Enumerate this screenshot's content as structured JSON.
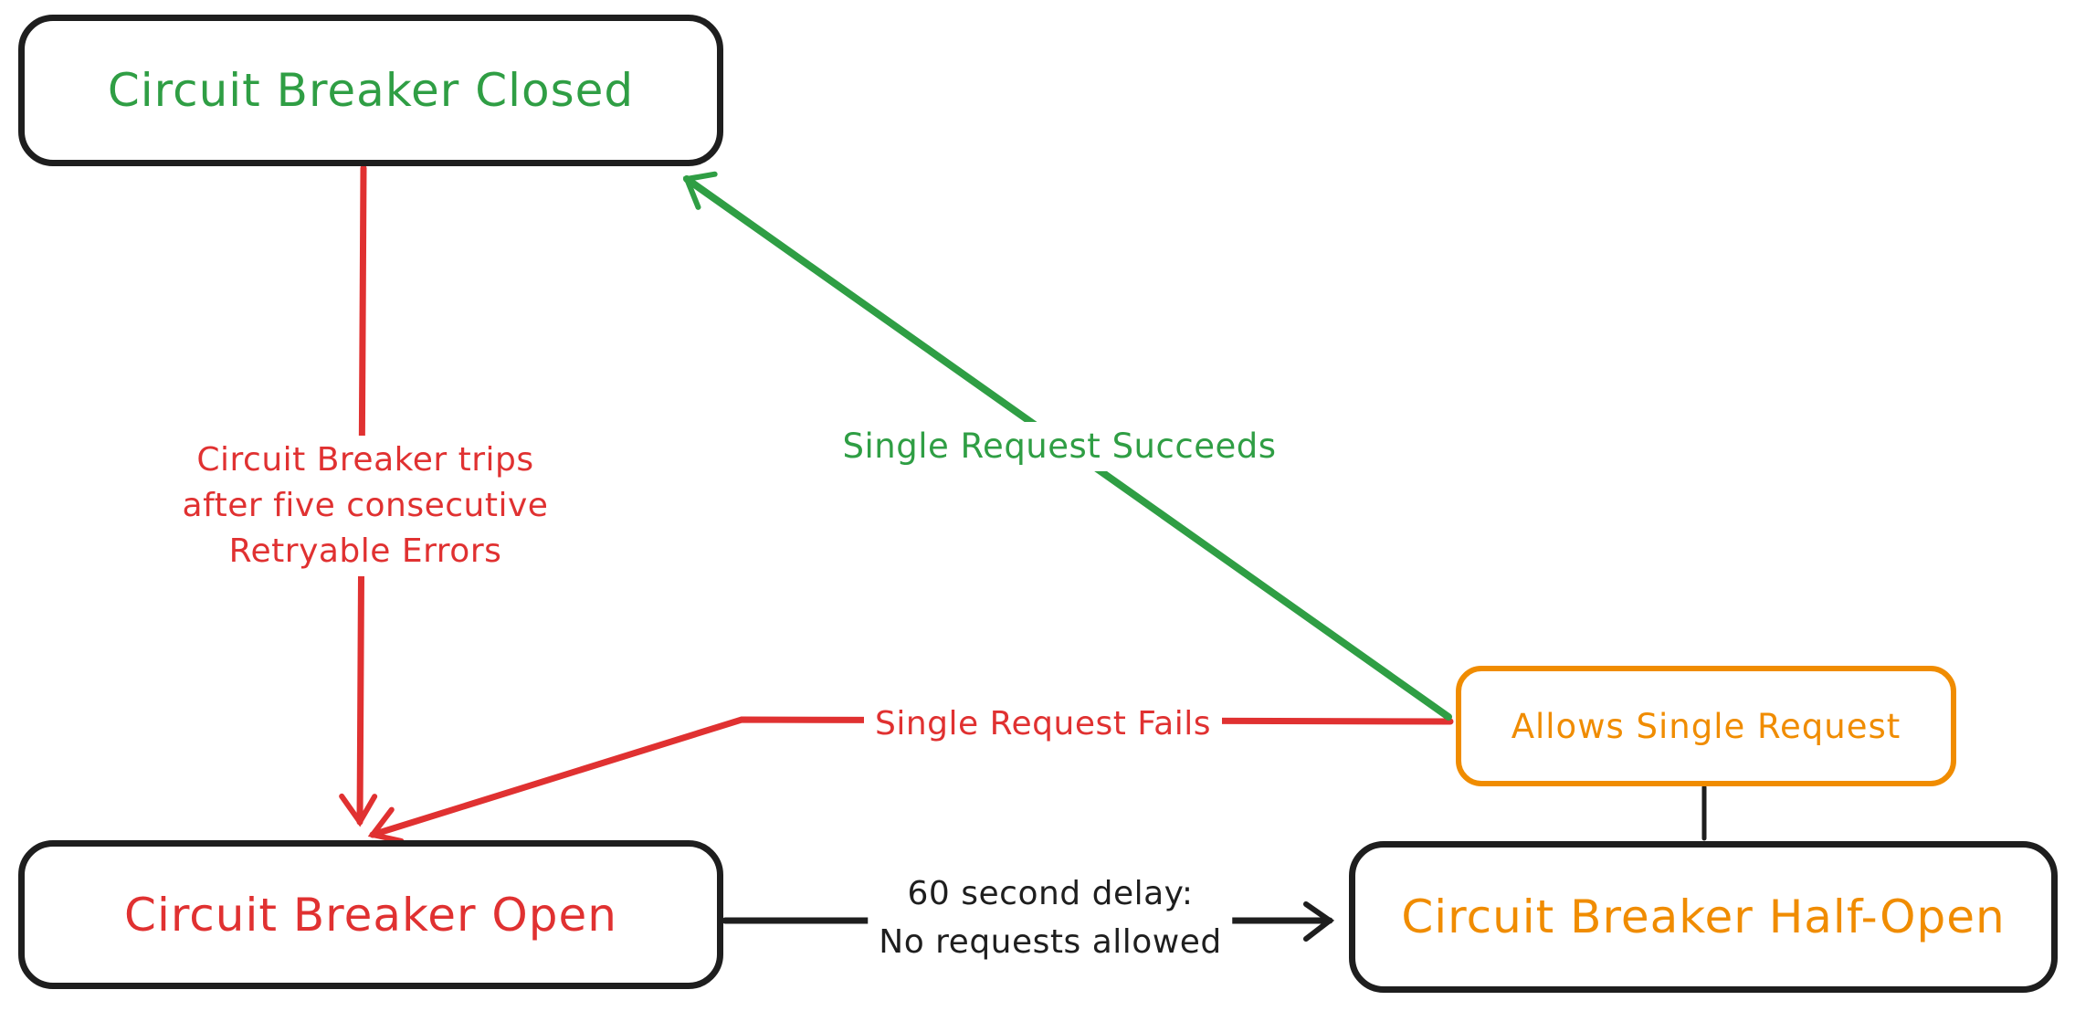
{
  "colors": {
    "green": "#2f9e44",
    "red": "#e03131",
    "orange": "#f08c00",
    "ink": "#1e1e1e",
    "background": "#ffffff"
  },
  "nodes": {
    "closed": {
      "label": "Circuit Breaker Closed"
    },
    "open": {
      "label": "Circuit Breaker Open"
    },
    "half_open": {
      "label": "Circuit Breaker Half-Open"
    },
    "allows": {
      "label": "Allows Single Request"
    }
  },
  "edges": {
    "trips": {
      "from": "closed",
      "to": "open",
      "label_lines": [
        "Circuit Breaker trips",
        "after five consecutive",
        "Retryable Errors"
      ]
    },
    "succeeds": {
      "from": "allows",
      "to": "closed",
      "label": "Single Request Succeeds"
    },
    "fails": {
      "from": "allows",
      "to": "open",
      "label": "Single Request Fails"
    },
    "delay": {
      "from": "open",
      "to": "half_open",
      "label_lines": [
        "60 second delay:",
        "No requests allowed"
      ]
    },
    "allows_link": {
      "from": "half_open",
      "to": "allows",
      "label": ""
    }
  }
}
